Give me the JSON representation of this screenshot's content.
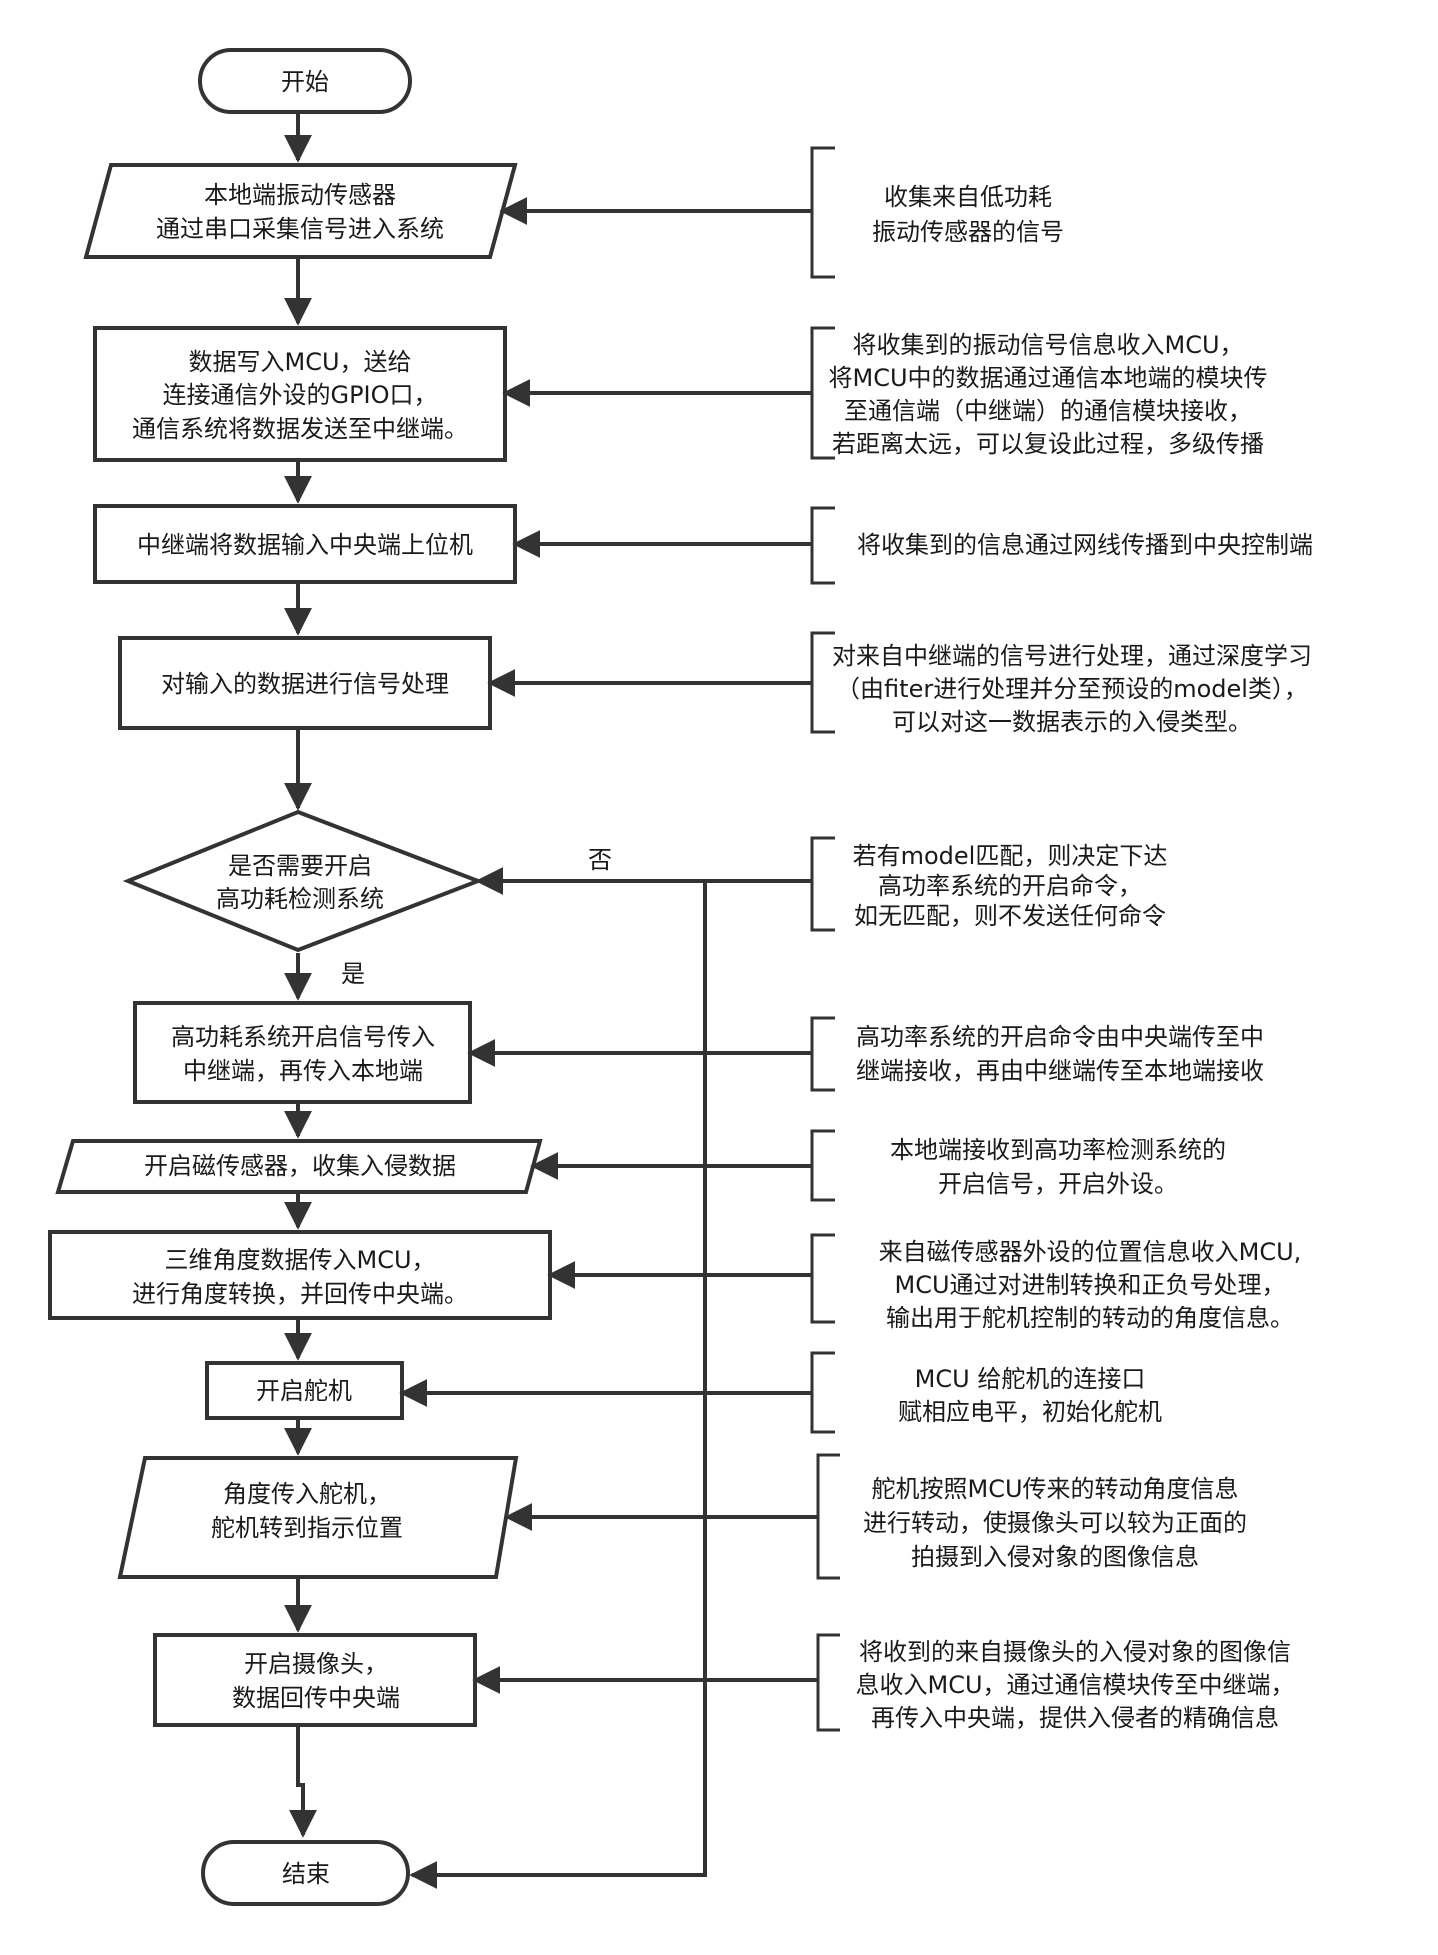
{
  "nodes": {
    "start": "开始",
    "input1": [
      "本地端振动传感器",
      "通过串口采集信号进入系统"
    ],
    "p1": [
      "数据写入MCU，送给",
      "连接通信外设的GPIO口，",
      "通信系统将数据发送至中继端。"
    ],
    "p2": "中继端将数据输入中央端上位机",
    "p3": "对输入的数据进行信号处理",
    "decision": [
      "是否需要开启",
      "高功耗检测系统"
    ],
    "p4": [
      "高功耗系统开启信号传入",
      "中继端，再传入本地端"
    ],
    "input2": "开启磁传感器，收集入侵数据",
    "p5": [
      "三维角度数据传入MCU，",
      "进行角度转换，并回传中央端。"
    ],
    "p6": "开启舵机",
    "input3": [
      "角度传入舵机，",
      "舵机转到指示位置"
    ],
    "p7": [
      "开启摄像头，",
      "数据回传中央端"
    ],
    "end": "结束"
  },
  "branches": {
    "no": "否",
    "yes": "是"
  },
  "notes": {
    "n1": [
      "收集来自低功耗",
      "振动传感器的信号"
    ],
    "n2": [
      "将收集到的振动信号信息收入MCU，",
      "将MCU中的数据通过通信本地端的模块传",
      "至通信端（中继端）的通信模块接收，",
      "若距离太远，可以复设此过程，多级传播"
    ],
    "n3": "将收集到的信息通过网线传播到中央控制端",
    "n4": [
      "对来自中继端的信号进行处理，通过深度学习",
      "（由fiter进行处理并分至预设的model类），",
      "可以对这一数据表示的入侵类型。"
    ],
    "n5": [
      "若有model匹配，则决定下达",
      "高功率系统的开启命令，",
      "如无匹配，则不发送任何命令"
    ],
    "n6": [
      "高功率系统的开启命令由中央端传至中",
      "继端接收，再由中继端传至本地端接收"
    ],
    "n7": [
      "本地端接收到高功率检测系统的",
      "开启信号，开启外设。"
    ],
    "n8": [
      "来自磁传感器外设的位置信息收入MCU,",
      "MCU通过对进制转换和正负号处理，",
      "输出用于舵机控制的转动的角度信息。"
    ],
    "n9": [
      "MCU 给舵机的连接口",
      "赋相应电平，初始化舵机"
    ],
    "n10": [
      "舵机按照MCU传来的转动角度信息",
      "进行转动，使摄像头可以较为正面的",
      "拍摄到入侵对象的图像信息"
    ],
    "n11": [
      "将收到的来自摄像头的入侵对象的图像信",
      "息收入MCU，通过通信模块传至中继端，",
      "再传入中央端，提供入侵者的精确信息"
    ]
  }
}
